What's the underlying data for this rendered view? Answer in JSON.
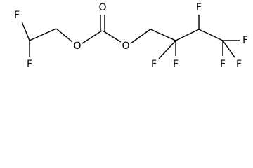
{
  "molecule": {
    "atoms": [
      {
        "element": "F"
      },
      {
        "element": "F"
      },
      {
        "element": "O"
      },
      {
        "element": "O"
      },
      {
        "element": "O"
      },
      {
        "element": "F"
      },
      {
        "element": "F"
      },
      {
        "element": "F"
      },
      {
        "element": "F"
      },
      {
        "element": "F"
      },
      {
        "element": "F"
      }
    ]
  }
}
